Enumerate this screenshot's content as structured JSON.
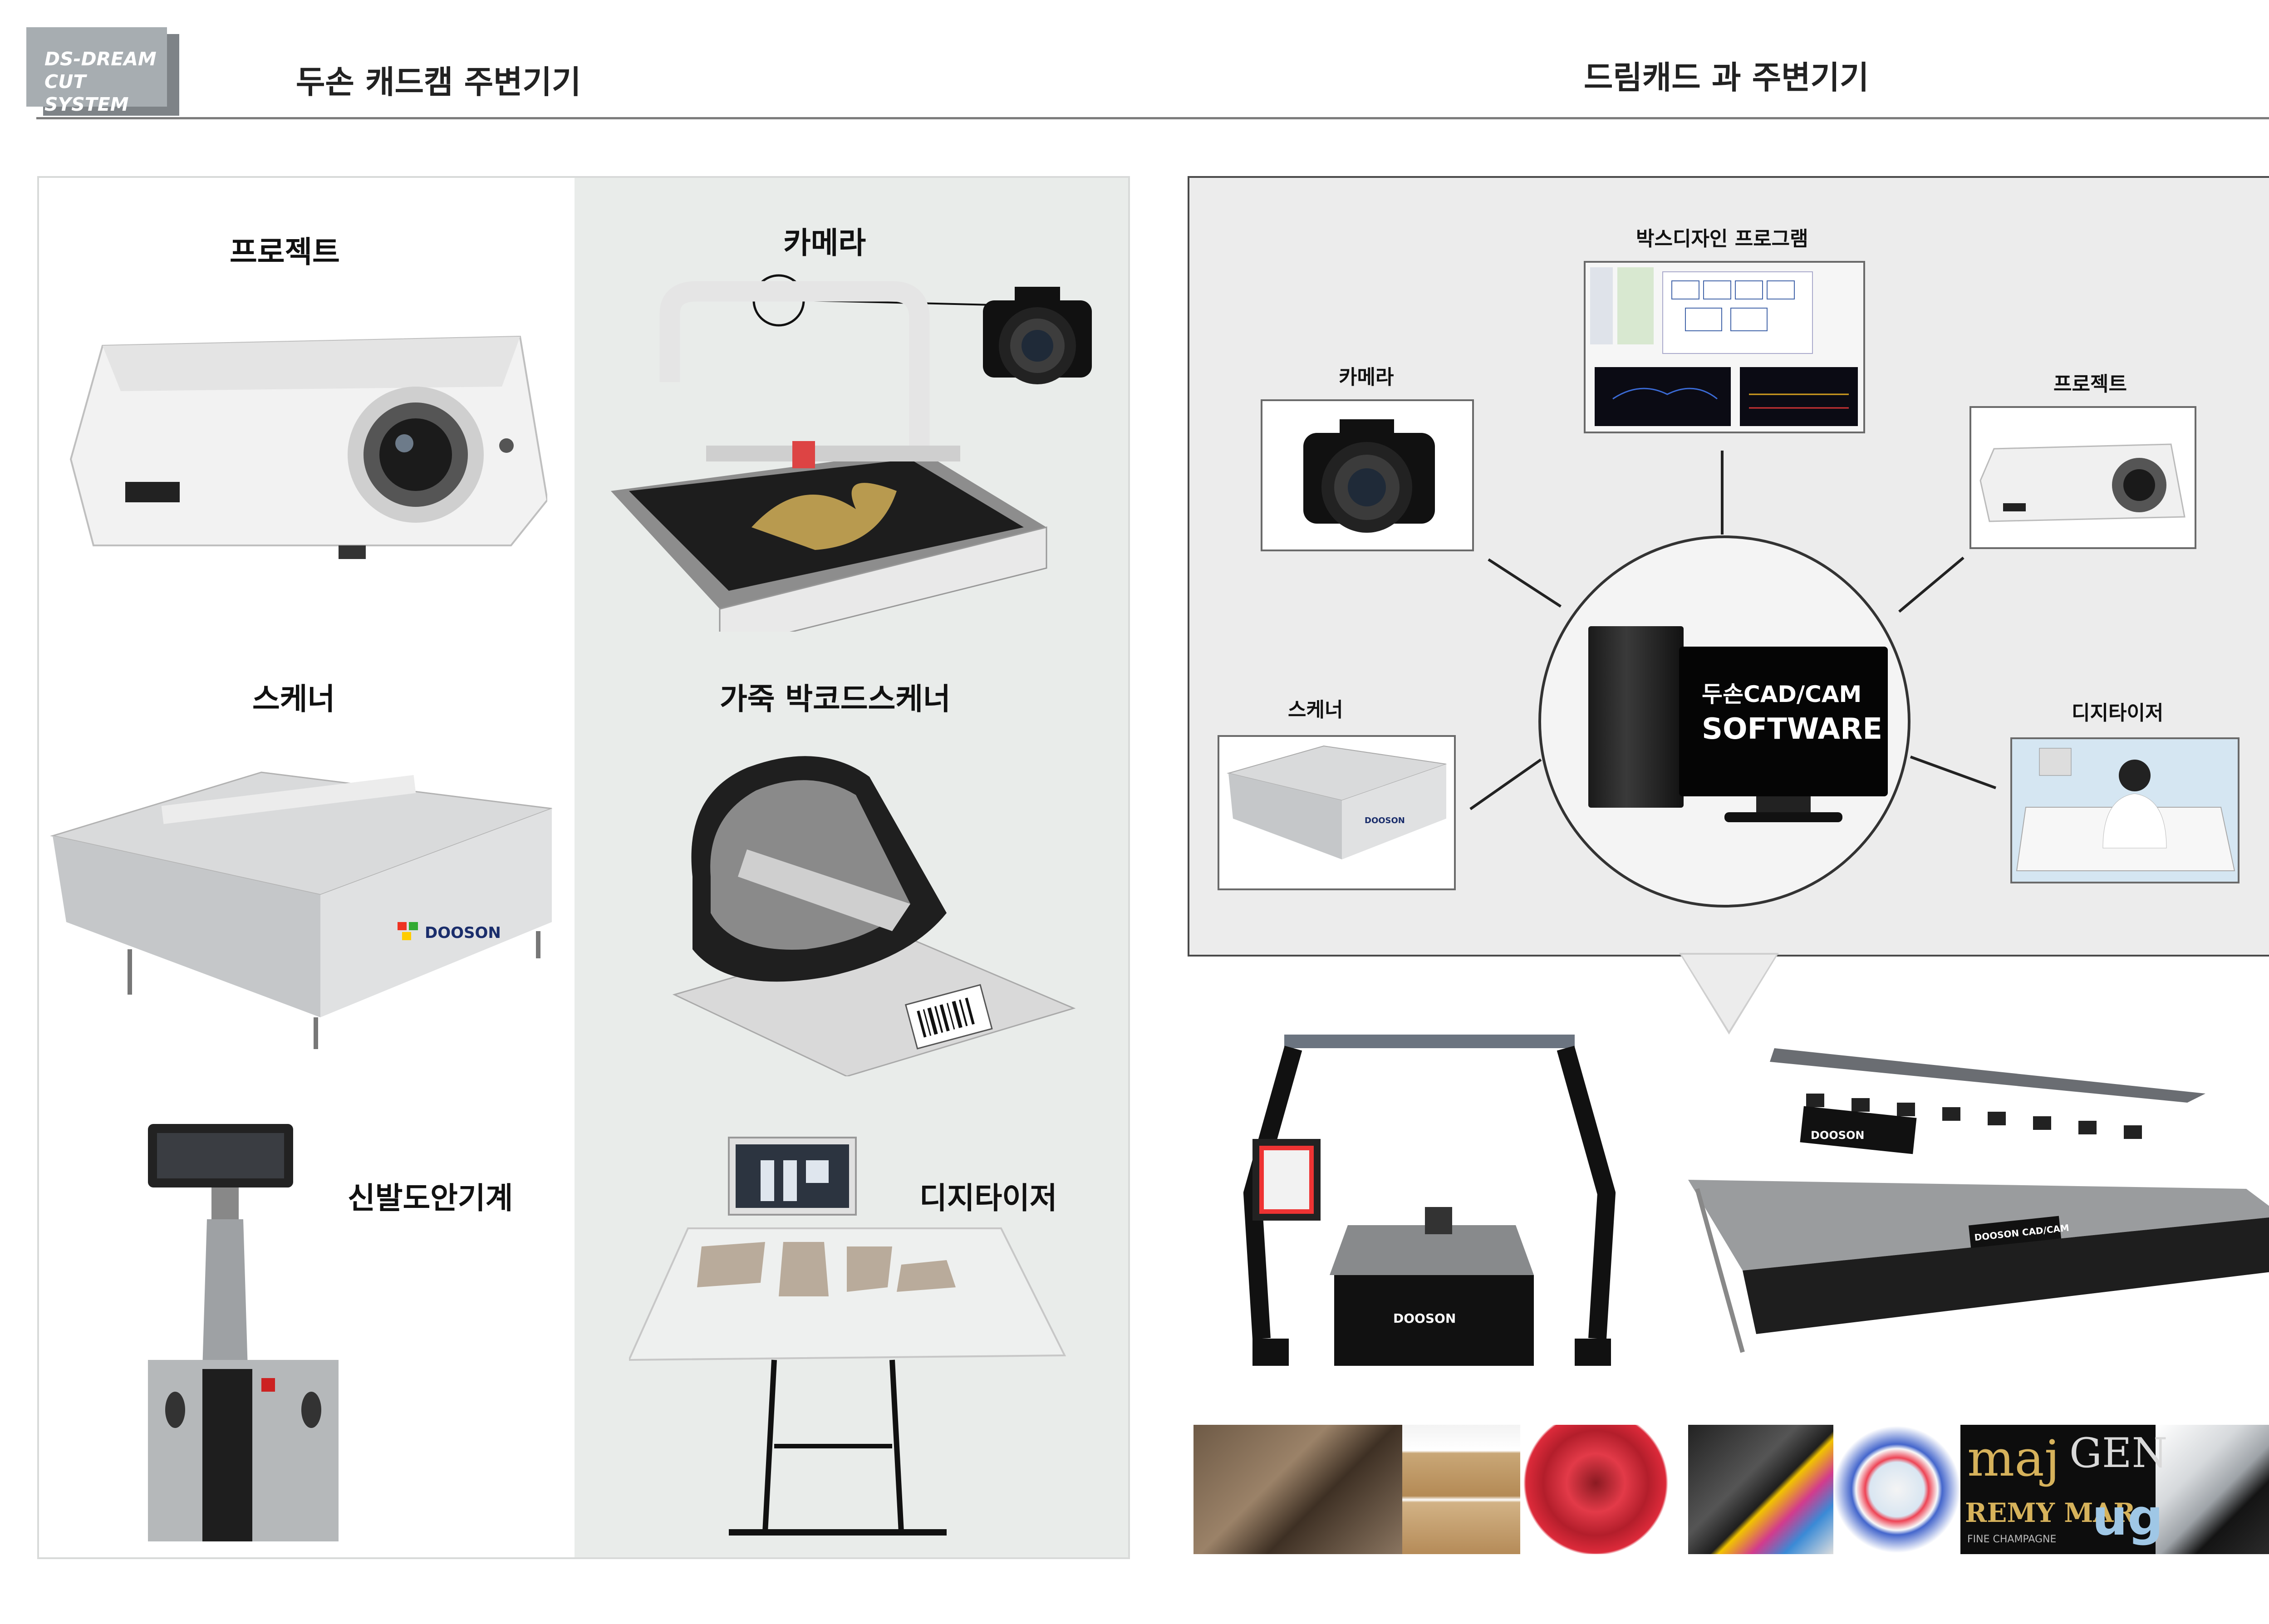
{
  "logo": {
    "line1": "DS-DREAM CUT",
    "line2": "SYSTEM"
  },
  "header": {
    "left_title": "두손 캐드캠 주변기기",
    "right_title": "드림캐드 과 주변기기"
  },
  "left_grid": {
    "cells": [
      {
        "label": "프로젝트"
      },
      {
        "label": "카메라"
      },
      {
        "label": "스케너"
      },
      {
        "label": "가죽 박코드스케너"
      },
      {
        "label": "신발도안기계"
      },
      {
        "label": "디지타이저"
      }
    ]
  },
  "diagram": {
    "box_design": "박스디자인 프로그램",
    "camera": "카메라",
    "projector": "프로젝트",
    "scanner": "스케너",
    "digitizer": "디지타이저",
    "center_line1": "두손CAD/CAM",
    "center_line2": "SOFTWARE"
  },
  "machines": {
    "brand_left": "DOOSON",
    "brand_right": "DOOSON",
    "panel_text": "DOOSON CAD/CAM"
  },
  "samples": {
    "tile_text_1": "maj",
    "tile_text_2": "GEN",
    "tile_text_3": "REMY MAR",
    "tile_text_4": "FINE CHAMPAGNE",
    "tile_text_5": "ug"
  },
  "colors": {
    "accent_gray": "#a7adb1",
    "panel_bg": "#e9ecea",
    "line": "#7d7d7d"
  }
}
